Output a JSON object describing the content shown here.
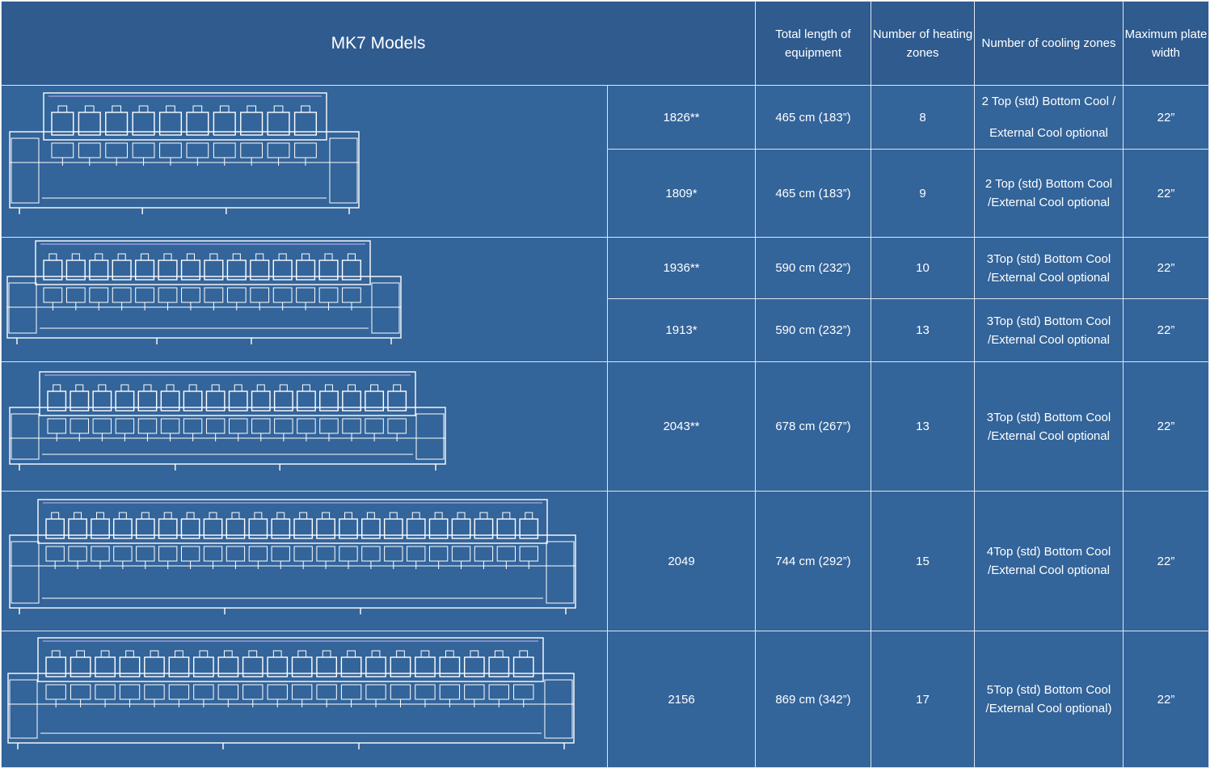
{
  "header": {
    "models_title": "MK7 Models",
    "total_length": "Total length of equipment",
    "heating_zones": "Number of heating zones",
    "cooling_zones": "Number of cooling zones",
    "plate_width": "Maximum plate width"
  },
  "groups": [
    {
      "drawing": "oven-drawing-icon"
    },
    {
      "drawing": "oven-drawing-icon"
    },
    {
      "drawing": "oven-drawing-icon"
    },
    {
      "drawing": "oven-drawing-icon"
    },
    {
      "drawing": "oven-drawing-icon"
    }
  ],
  "rows": [
    {
      "model": "1826**",
      "length": "465 cm (183”)",
      "heating": "8",
      "cooling": [
        "2 Top (std) Bottom Cool /",
        "External Cool optional"
      ],
      "width": "22”"
    },
    {
      "model": "1809*",
      "length": "465 cm (183”)",
      "heating": "9",
      "cooling": [
        "2 Top (std) Bottom Cool",
        "/External Cool optional"
      ],
      "width": "22”"
    },
    {
      "model": "1936**",
      "length": "590 cm (232”)",
      "heating": "10",
      "cooling": [
        "3Top (std) Bottom Cool",
        "/External Cool optional"
      ],
      "width": "22”"
    },
    {
      "model": "1913*",
      "length": "590 cm (232”)",
      "heating": "13",
      "cooling": [
        "3Top (std) Bottom Cool",
        "/External Cool optional"
      ],
      "width": "22”"
    },
    {
      "model": "2043**",
      "length": "678 cm (267”)",
      "heating": "13",
      "cooling": [
        "3Top (std) Bottom Cool",
        "/External Cool optional"
      ],
      "width": "22”"
    },
    {
      "model": "2049",
      "length": "744 cm (292”)",
      "heating": "15",
      "cooling": [
        "4Top (std) Bottom Cool",
        "/External Cool optional"
      ],
      "width": "22”"
    },
    {
      "model": "2156",
      "length": "869 cm (342”)",
      "heating": "17",
      "cooling": [
        "5Top (std) Bottom Cool",
        "/External Cool optional)"
      ],
      "width": "22”"
    }
  ]
}
